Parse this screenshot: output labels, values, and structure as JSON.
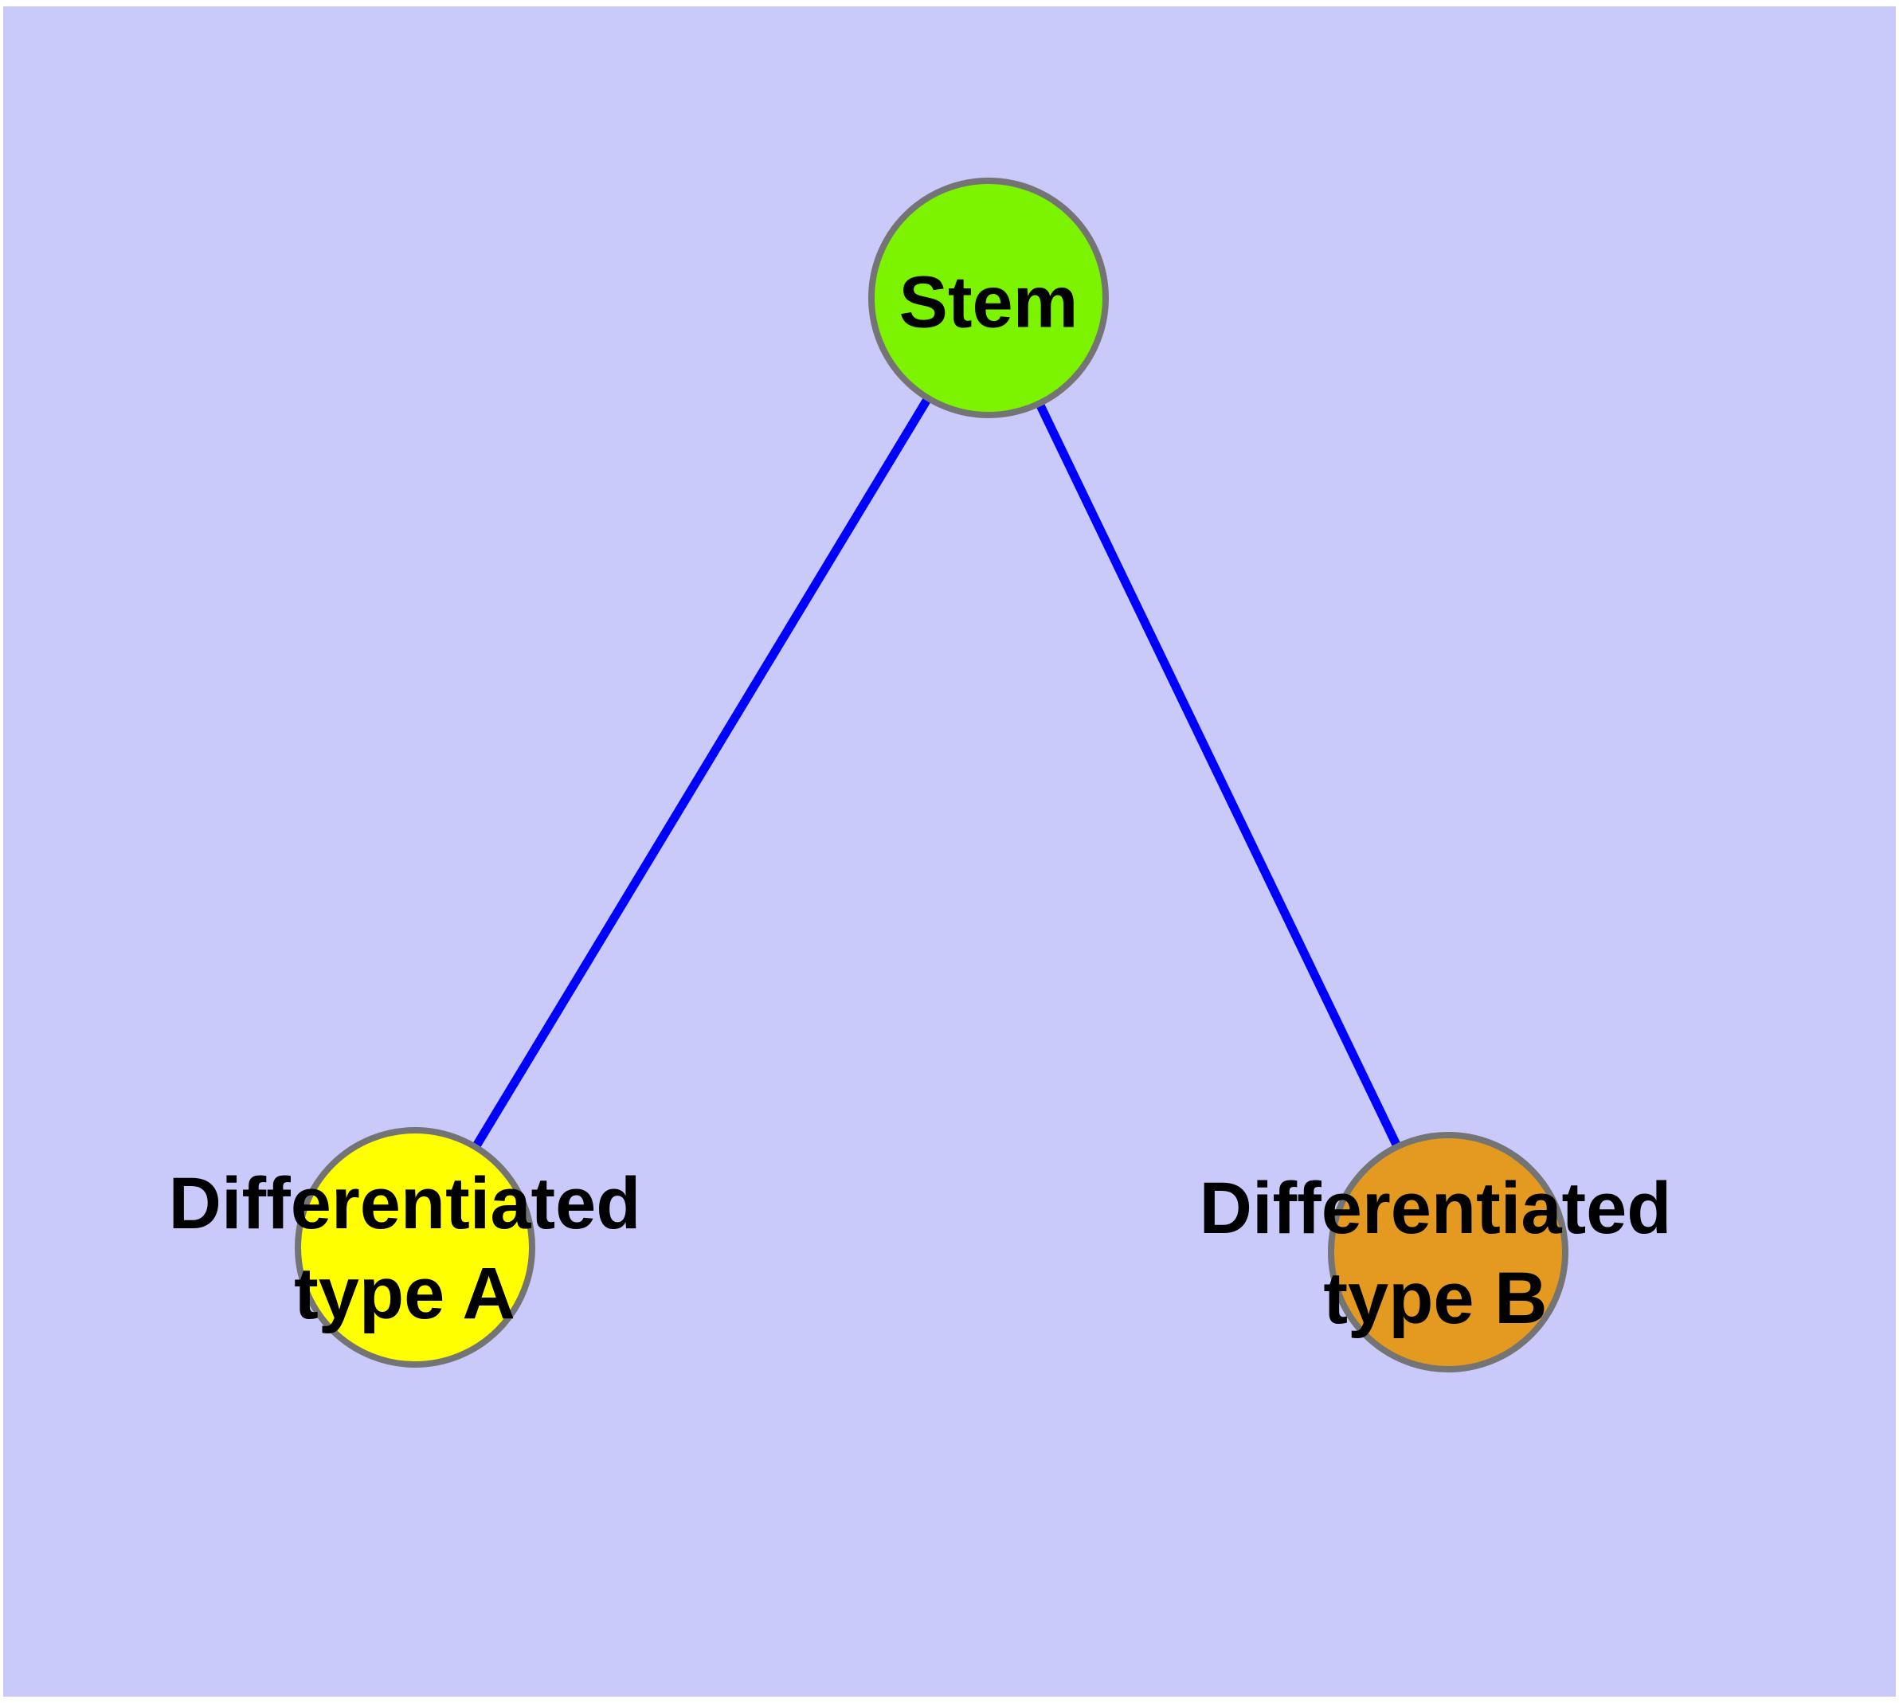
{
  "diagram": {
    "type": "graph",
    "background_color": "#CACAFA",
    "margin_color": "#FFFFFF",
    "edge_color": "#0000FF",
    "node_border_color": "#747474",
    "label_color": "#000000",
    "nodes": [
      {
        "id": "stem",
        "label_lines": [
          "Stem"
        ],
        "fill": "#7CF400"
      },
      {
        "id": "typeA",
        "label_lines": [
          "Differentiated",
          "type A"
        ],
        "fill": "#FFFF00"
      },
      {
        "id": "typeB",
        "label_lines": [
          "Differentiated",
          "type B"
        ],
        "fill": "#E49A20"
      }
    ],
    "edges": [
      {
        "from": "stem",
        "to": "typeA"
      },
      {
        "from": "stem",
        "to": "typeB"
      }
    ]
  }
}
